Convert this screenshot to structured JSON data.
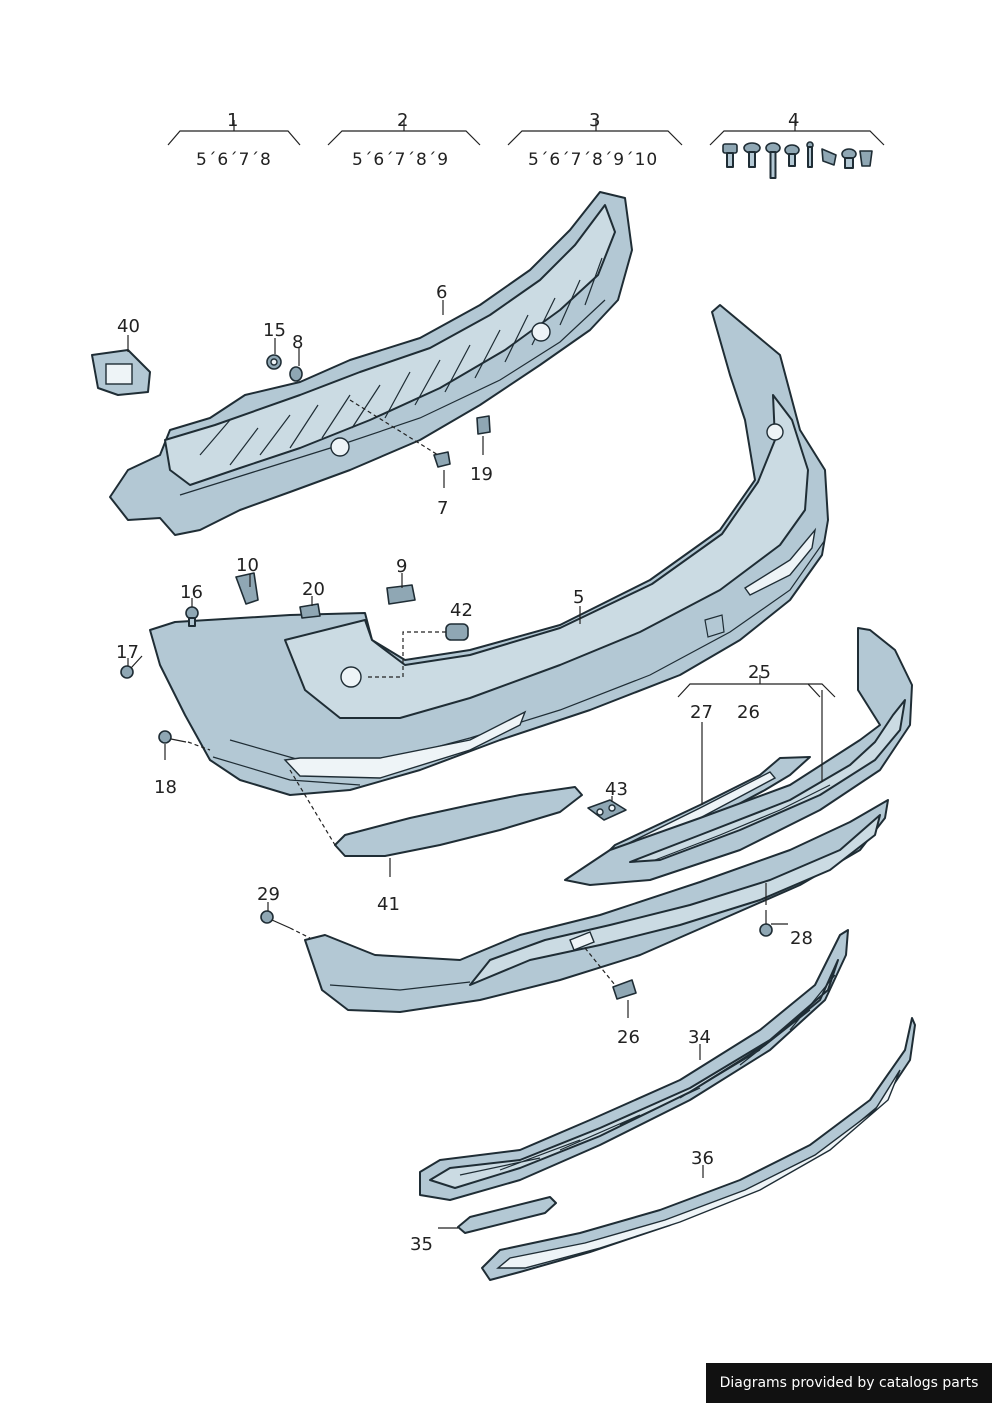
{
  "callouts": {
    "c1": "1",
    "c2": "2",
    "c3": "3",
    "c4": "4",
    "c5": "5",
    "c6": "6",
    "c7": "7",
    "c8": "8",
    "c9": "9",
    "c10": "10",
    "c15": "15",
    "c16": "16",
    "c17": "17",
    "c18": "18",
    "c19": "19",
    "c20": "20",
    "c25": "25",
    "c26a": "26",
    "c26b": "26",
    "c27": "27",
    "c28": "28",
    "c29": "29",
    "c34": "34",
    "c35": "35",
    "c36": "36",
    "c40": "40",
    "c41": "41",
    "c42": "42",
    "c43": "43"
  },
  "groups": {
    "g1": "5´6´7´8",
    "g2": "5´6´7´8´9",
    "g3": "5´6´7´8´9´10"
  },
  "watermark": "Diagrams provided by catalogs parts"
}
